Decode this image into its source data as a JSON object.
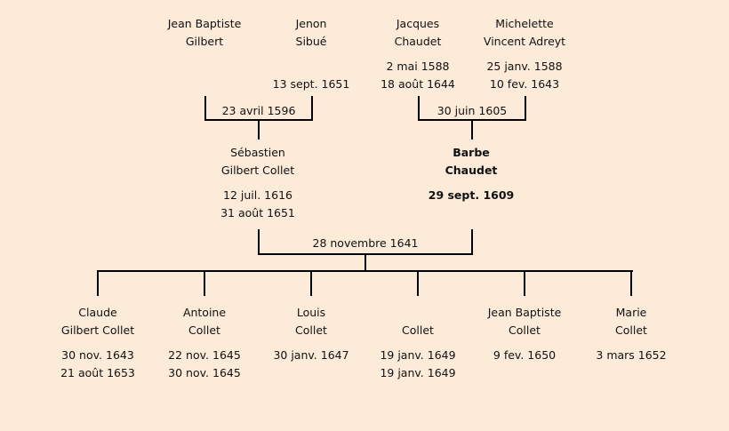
{
  "grandparents": [
    {
      "name1": "Jean Baptiste",
      "name2": "Gilbert",
      "birth": "",
      "death": ""
    },
    {
      "name1": "Jenon",
      "name2": "Sibué",
      "birth": "",
      "death": "13 sept. 1651"
    },
    {
      "name1": "Jacques",
      "name2": "Chaudet",
      "birth": "2 mai 1588",
      "death": "18 août 1644"
    },
    {
      "name1": "Michelette",
      "name2": "Vincent Adreyt",
      "birth": "25 janv. 1588",
      "death": "10 fev. 1643"
    }
  ],
  "grandparent_marriages": [
    "23 avril 1596",
    "30 juin 1605"
  ],
  "parents": [
    {
      "name1": "Sébastien",
      "name2": "Gilbert Collet",
      "birth": "12 juil. 1616",
      "death": "31 août 1651",
      "highlight": false
    },
    {
      "name1": "Barbe",
      "name2": "Chaudet",
      "birth": "29 sept. 1609",
      "death": "",
      "highlight": true
    }
  ],
  "parent_marriage": "28 novembre 1641",
  "children": [
    {
      "name1": "Claude",
      "name2": "Gilbert Collet",
      "birth": "30 nov. 1643",
      "death": "21 août 1653"
    },
    {
      "name1": "Antoine",
      "name2": "Collet",
      "birth": "22 nov. 1645",
      "death": "30 nov. 1645"
    },
    {
      "name1": "Louis",
      "name2": "Collet",
      "birth": "30 janv. 1647",
      "death": ""
    },
    {
      "name1": "",
      "name2": "Collet",
      "birth": "19 janv. 1649",
      "death": "19 janv. 1649"
    },
    {
      "name1": "Jean Baptiste",
      "name2": "Collet",
      "birth": "9 fev. 1650",
      "death": ""
    },
    {
      "name1": "Marie",
      "name2": "Collet",
      "birth": "3 mars 1652",
      "death": ""
    }
  ]
}
